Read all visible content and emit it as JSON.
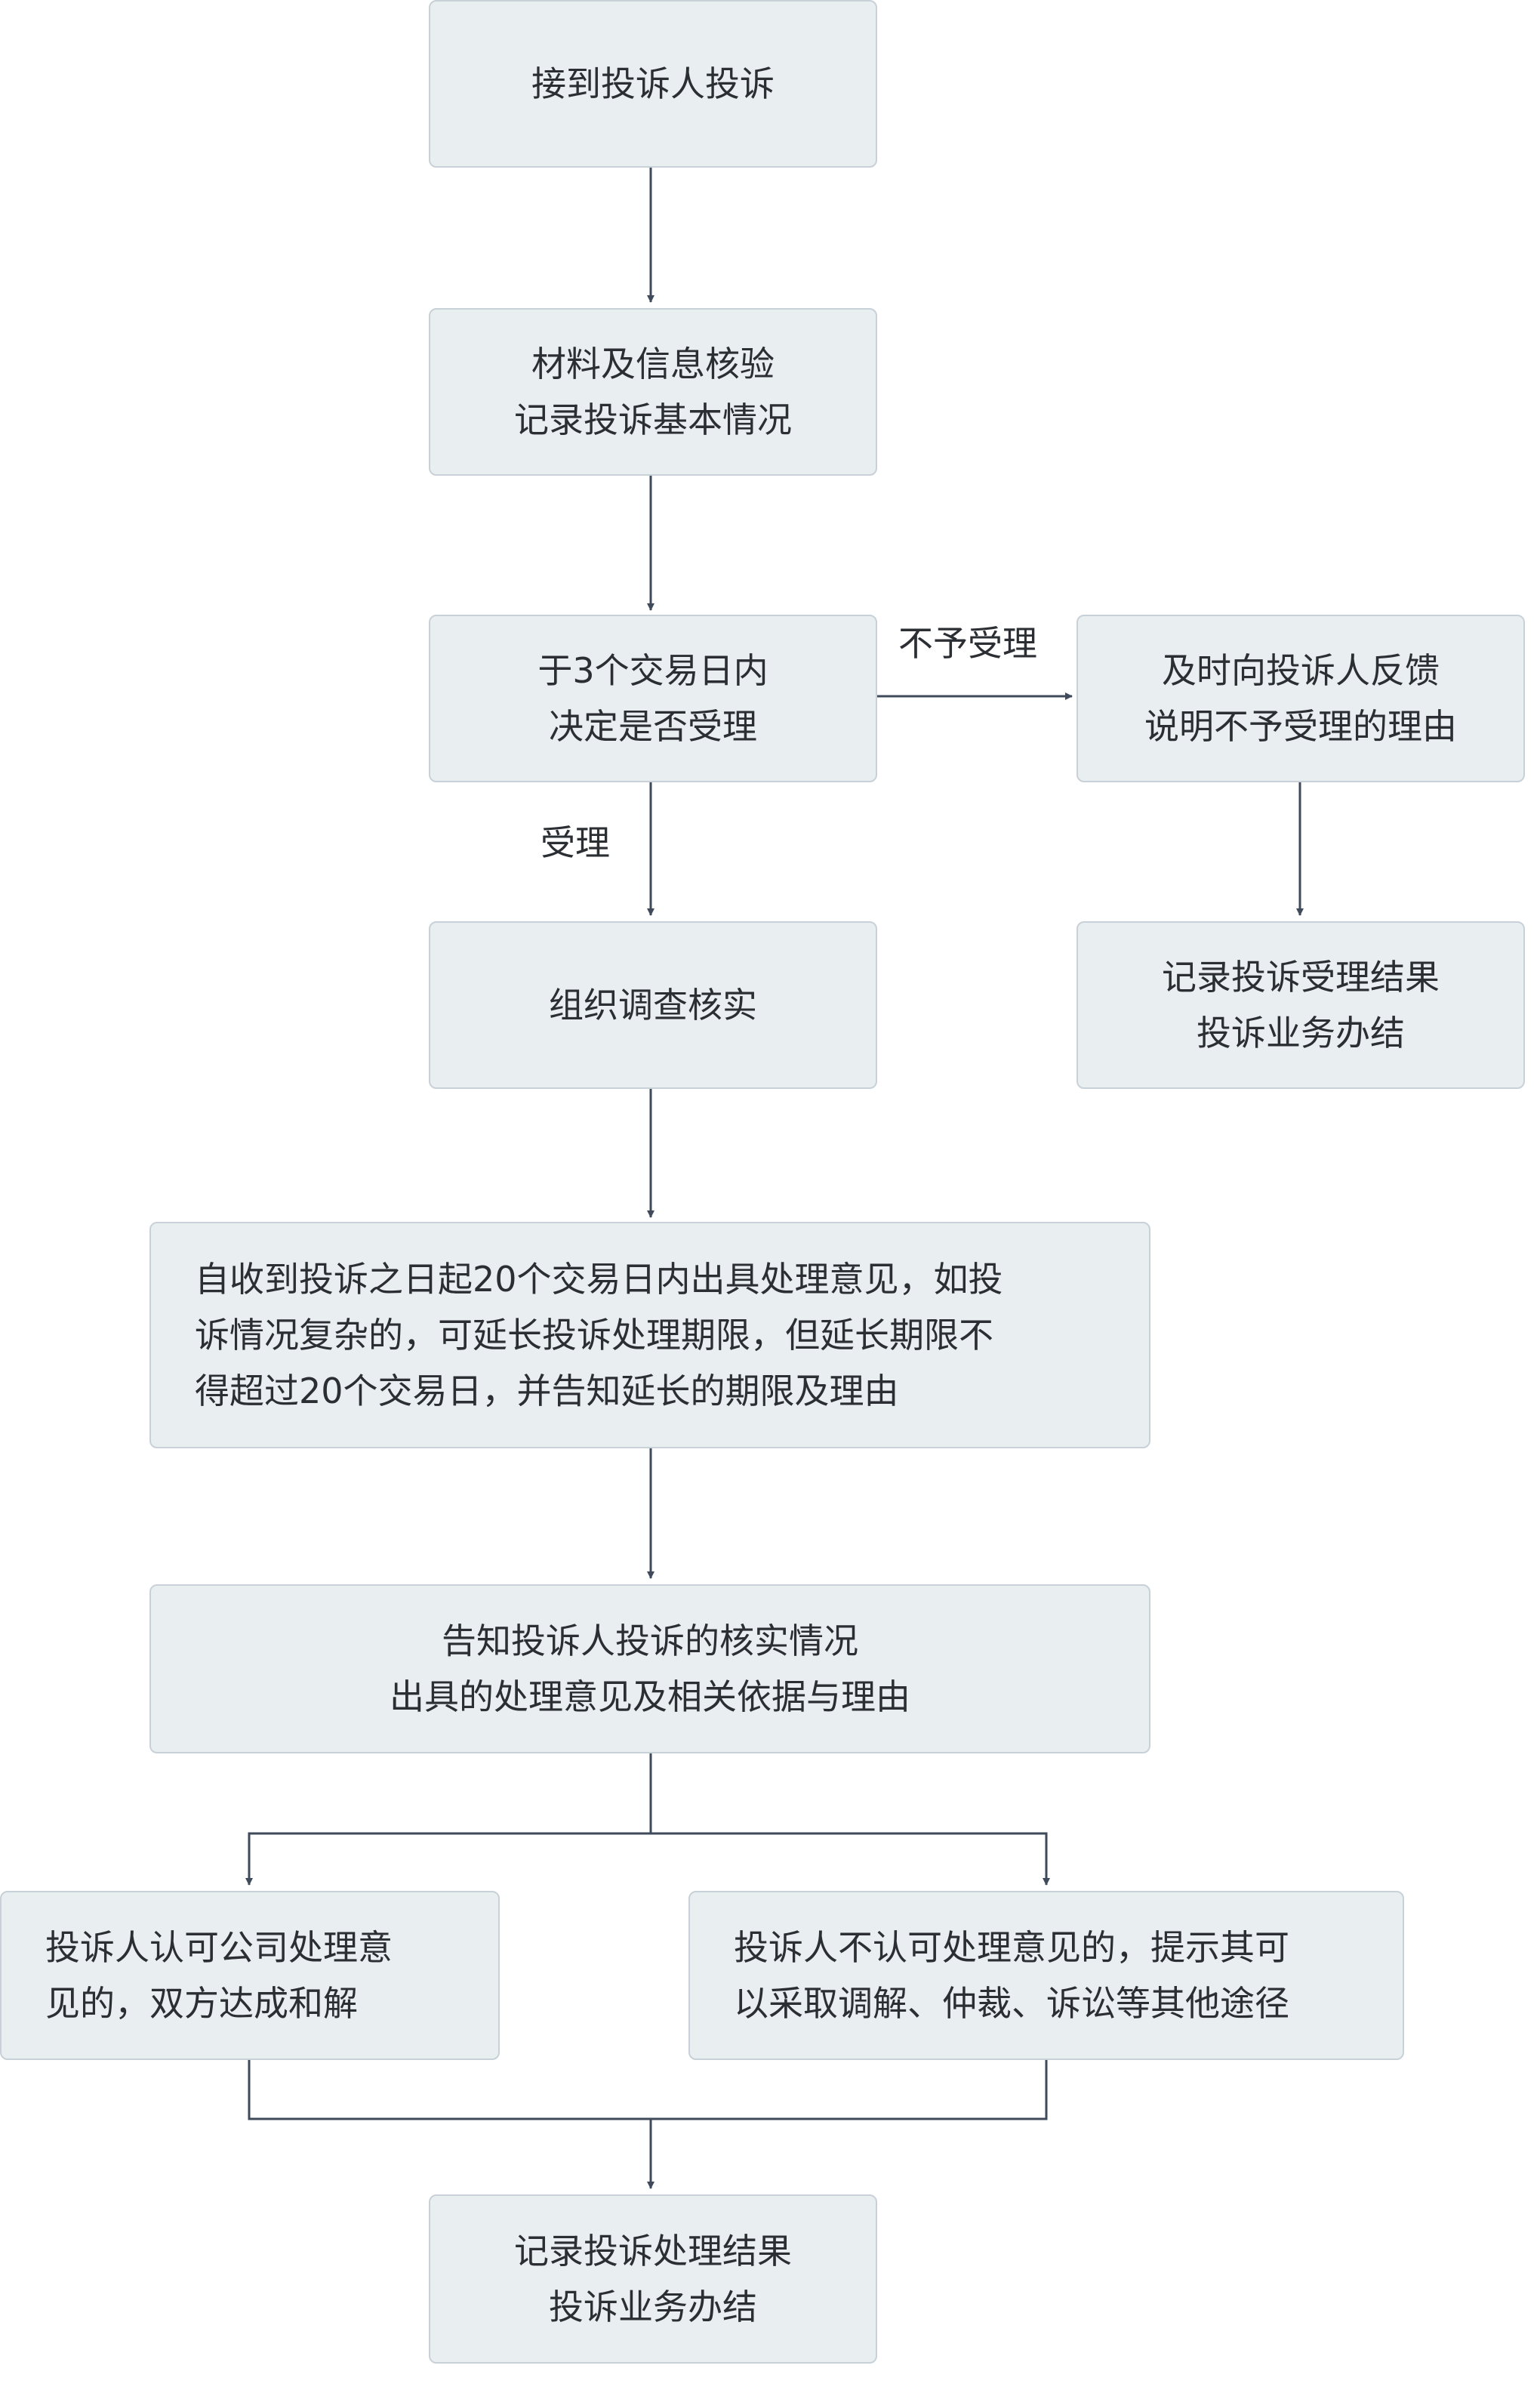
{
  "nodes": {
    "receive": {
      "lines": [
        "接到投诉人投诉"
      ]
    },
    "verify": {
      "lines": [
        "材料及信息核验",
        "记录投诉基本情况"
      ]
    },
    "decide": {
      "lines": [
        "于3个交易日内",
        "决定是否受理"
      ]
    },
    "feedback": {
      "lines": [
        "及时向投诉人反馈",
        "说明不予受理的理由"
      ]
    },
    "record_accept": {
      "lines": [
        "记录投诉受理结果",
        "投诉业务办结"
      ]
    },
    "investigate": {
      "lines": [
        "组织调查核实"
      ]
    },
    "opinion": {
      "lines": [
        "自收到投诉之日起20个交易日内出具处理意见，如投",
        "诉情况复杂的，可延长投诉处理期限，但延长期限不",
        "得超过20个交易日，并告知延长的期限及理由"
      ]
    },
    "inform": {
      "lines": [
        "告知投诉人投诉的核实情况",
        "出具的处理意见及相关依据与理由"
      ]
    },
    "agree": {
      "lines": [
        "投诉人认可公司处理意",
        "见的，双方达成和解"
      ]
    },
    "disagree": {
      "lines": [
        "投诉人不认可处理意见的，提示其可",
        "以采取调解、仲裁、诉讼等其他途径"
      ]
    },
    "final": {
      "lines": [
        "记录投诉处理结果",
        "投诉业务办结"
      ]
    }
  },
  "edge_labels": {
    "not_accepted": "不予受理",
    "accepted": "受理"
  },
  "colors": {
    "box_fill": "#e9eef1",
    "box_border": "#c9d1d8",
    "arrow": "#3f4a5a",
    "text": "#2b2f33"
  }
}
